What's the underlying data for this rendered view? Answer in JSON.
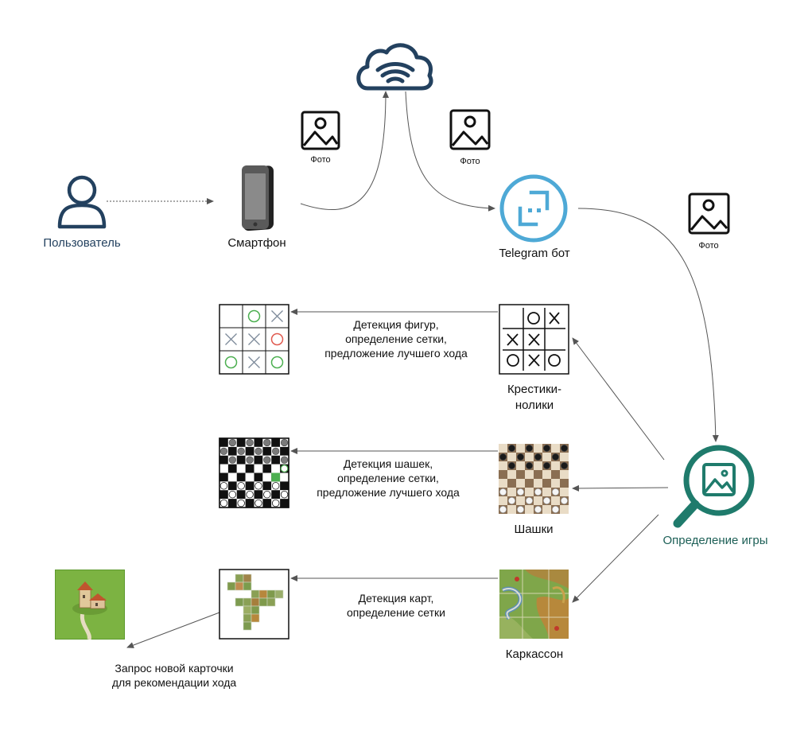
{
  "nodes": {
    "user": {
      "label": "Пользователь",
      "icon": "user-icon"
    },
    "smartphone": {
      "label": "Смартфон",
      "icon": "smartphone-icon"
    },
    "cloud": {
      "icon": "cloud-wifi-icon"
    },
    "telegram_bot": {
      "label": "Telegram бот",
      "icon": "telegram-bot-icon"
    },
    "game_detection": {
      "label": "Определение игры",
      "icon": "image-search-icon"
    },
    "tictactoe": {
      "label_line1": "Крестики-",
      "label_line2": "нолики",
      "icon": "tictactoe-board-icon"
    },
    "checkers": {
      "label": "Шашки",
      "icon": "checkers-board-icon"
    },
    "carcassonne": {
      "label": "Каркассон",
      "icon": "carcassonne-map-icon"
    }
  },
  "photo_labels": [
    "Фото",
    "Фото",
    "Фото"
  ],
  "results": {
    "tictactoe": {
      "line1": "Детекция фигур,",
      "line2": "определение сетки,",
      "line3": "предложение лучшего хода",
      "grid": [
        [
          "",
          "O",
          "X"
        ],
        [
          "X",
          "X",
          "O"
        ],
        [
          "O",
          "X",
          "O"
        ]
      ],
      "grid_colors": [
        [
          "",
          "green",
          "grey"
        ],
        [
          "grey",
          "grey",
          "red"
        ],
        [
          "green",
          "grey",
          "green"
        ]
      ]
    },
    "checkers": {
      "line1": "Детекция шашек,",
      "line2": "определение сетки,",
      "line3": "предложение лучшего хода"
    },
    "carcassonne": {
      "line1": "Детекция карт,",
      "line2": "определение сетки"
    }
  },
  "new_card_request": {
    "line1": "Запрос новой карточки",
    "line2": "для рекомендации хода"
  },
  "colors": {
    "user_icon": "#23415f",
    "telegram": "#4ea9d6",
    "detection": "#1f7b6c",
    "green_mark": "#4caf50",
    "red_mark": "#e05a4f",
    "grey_mark": "#7d8a9a",
    "arrow": "#555555",
    "grass": "#7cb342"
  }
}
